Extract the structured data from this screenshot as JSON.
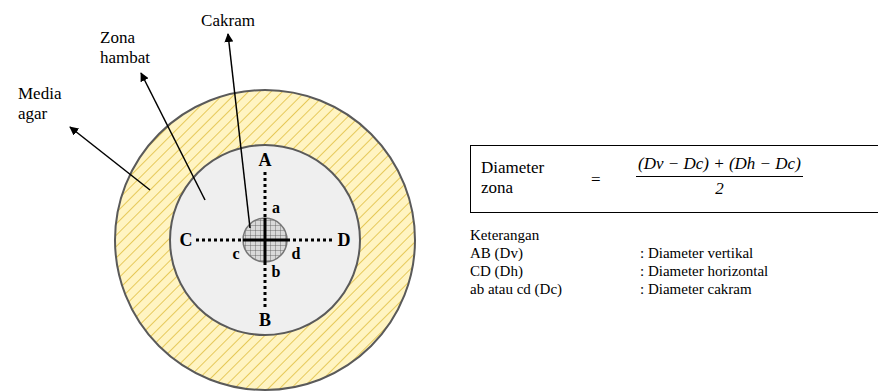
{
  "diagram": {
    "nodes": [
      {
        "text": [
          "Diameter zona",
          "=",
          "(Dv − Dc) + (Dh − Dc)",
          "2"
        ]
      }
    ],
    "labels": [
      "Cakram",
      "Zona hambat",
      "Media agar",
      "A",
      "B",
      "C",
      "D",
      "a",
      "b",
      "c",
      "d",
      "Keterangan",
      "AB (Dv)",
      ": Diameter vertikal",
      "CD (Dh)",
      ": Diameter horizontal",
      "ab atau cd (Dc)",
      ": Diameter cakram"
    ]
  }
}
